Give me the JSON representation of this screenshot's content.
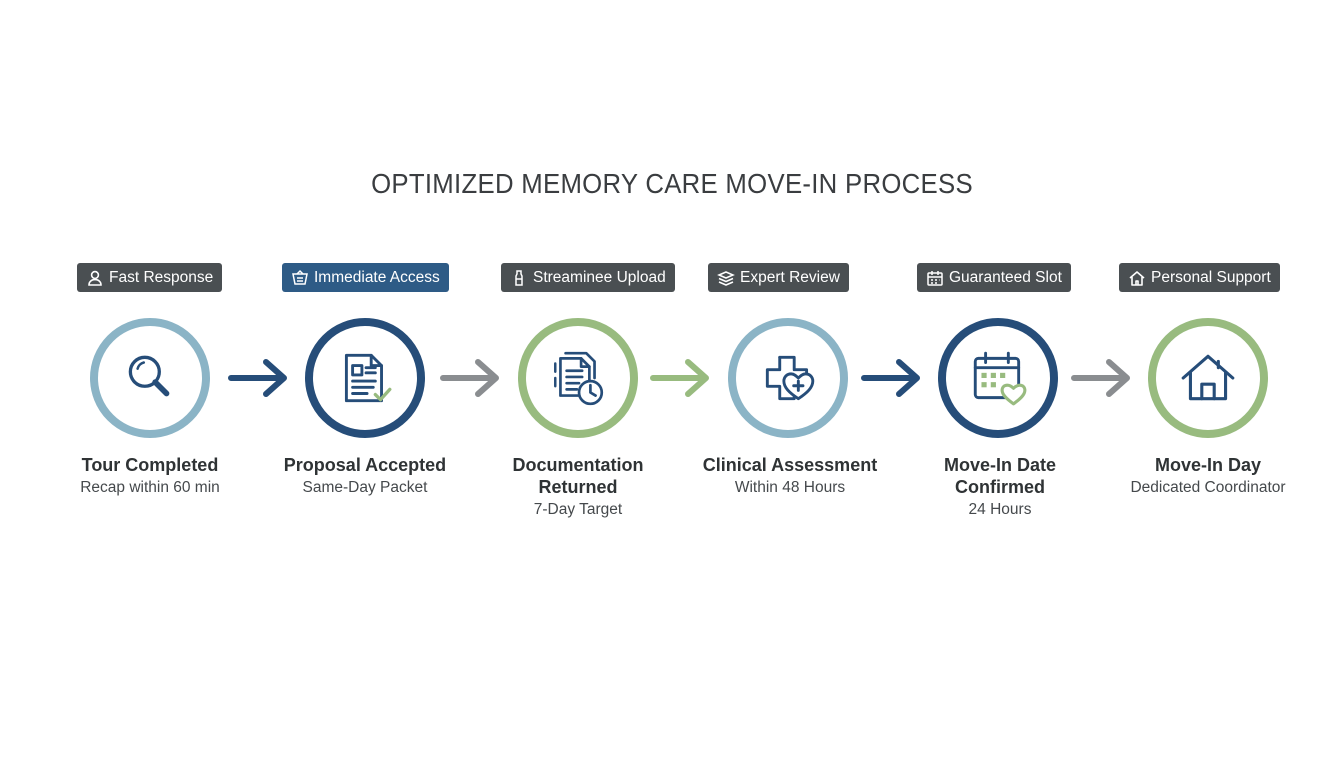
{
  "title": "OPTIMIZED MEMORY CARE MOVE-IN PROCESS",
  "colors": {
    "badge_dark": "#4a4f52",
    "badge_accent": "#2e5b86",
    "ring_light_blue": "#8bb4c6",
    "ring_navy": "#264d79",
    "ring_green": "#98bb7f",
    "arrow_navy": "#264d79",
    "arrow_gray": "#8a8d90",
    "arrow_green": "#98bb7f"
  },
  "steps": [
    {
      "badge": "Fast Response",
      "badge_icon": "person-icon",
      "icon": "magnifier-icon",
      "name_lines": [
        "Tour Completed"
      ],
      "subtitle": "Recap within 60 min"
    },
    {
      "badge": "Immediate Access",
      "badge_icon": "basket-icon",
      "icon": "document-check-icon",
      "name_lines": [
        "Proposal Accepted"
      ],
      "subtitle": "Same-Day Packet"
    },
    {
      "badge": "Streaminee Upload",
      "badge_icon": "bottle-icon",
      "icon": "documents-clock-icon",
      "name_lines": [
        "Documentation",
        "Returned"
      ],
      "subtitle": "7-Day Target"
    },
    {
      "badge": "Expert Review",
      "badge_icon": "stack-icon",
      "icon": "medical-cross-heart-icon",
      "name_lines": [
        "Clinical Assessment"
      ],
      "subtitle": "Within 48 Hours"
    },
    {
      "badge": "Guaranteed Slot",
      "badge_icon": "calendar-icon",
      "icon": "calendar-heart-icon",
      "name_lines": [
        "Move-In Date",
        "Confirmed"
      ],
      "subtitle": "24 Hours"
    },
    {
      "badge": "Personal Support",
      "badge_icon": "home-icon",
      "icon": "house-icon",
      "name_lines": [
        "Move-In Day"
      ],
      "subtitle": "Dedicated Coordinator"
    }
  ],
  "arrows": [
    "navy",
    "gray",
    "green",
    "navy",
    "gray"
  ]
}
